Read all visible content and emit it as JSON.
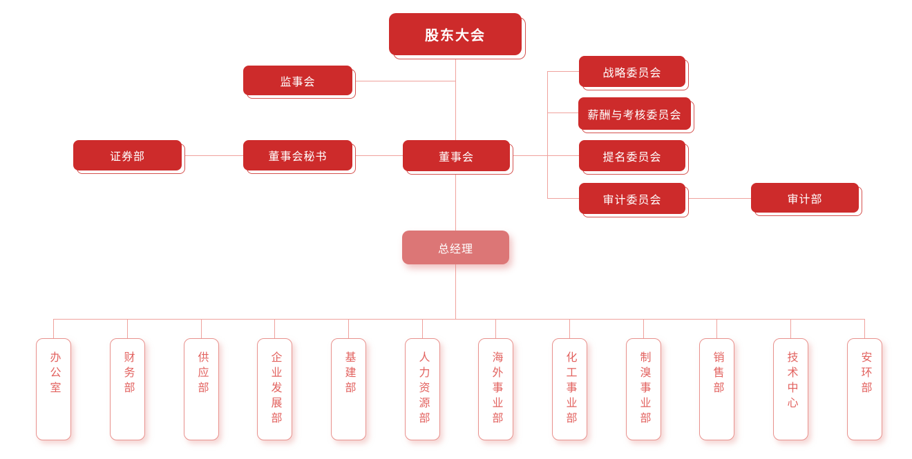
{
  "chart_title": "",
  "colors": {
    "primary_red": "#cd2b2b",
    "echo_red": "#d4504d",
    "light_red": "#dc7676",
    "line_color": "#efa19c",
    "dept_border": "#e8918d",
    "dept_text": "#e2625f",
    "background": "#ffffff"
  },
  "nodes": {
    "shareholders": {
      "label": "股东大会"
    },
    "supervisory": {
      "label": "监事会"
    },
    "securities": {
      "label": "证券部"
    },
    "board_secretary": {
      "label": "董事会秘书"
    },
    "board": {
      "label": "董事会"
    },
    "strategy_committee": {
      "label": "战略委员会"
    },
    "remuneration_committee": {
      "label": "薪酬与考核委员会"
    },
    "nomination_committee": {
      "label": "提名委员会"
    },
    "audit_committee": {
      "label": "审计委员会"
    },
    "audit_dept": {
      "label": "审计部"
    },
    "general_manager": {
      "label": "总经理"
    }
  },
  "departments": [
    {
      "label": "办公室"
    },
    {
      "label": "财务部"
    },
    {
      "label": "供应部"
    },
    {
      "label": "企业发展部"
    },
    {
      "label": "基建部"
    },
    {
      "label": "人力资源部"
    },
    {
      "label": "海外事业部"
    },
    {
      "label": "化工事业部"
    },
    {
      "label": "制溴事业部"
    },
    {
      "label": "销售部"
    },
    {
      "label": "技术中心"
    },
    {
      "label": "安环部"
    }
  ],
  "hierarchy": {
    "root": "股东大会",
    "edges": [
      [
        "股东大会",
        "董事会"
      ],
      [
        "股东大会",
        "监事会"
      ],
      [
        "董事会",
        "董事会秘书"
      ],
      [
        "董事会秘书",
        "证券部"
      ],
      [
        "董事会",
        "战略委员会"
      ],
      [
        "董事会",
        "薪酬与考核委员会"
      ],
      [
        "董事会",
        "提名委员会"
      ],
      [
        "董事会",
        "审计委员会"
      ],
      [
        "审计委员会",
        "审计部"
      ],
      [
        "董事会",
        "总经理"
      ],
      [
        "总经理",
        "办公室"
      ],
      [
        "总经理",
        "财务部"
      ],
      [
        "总经理",
        "供应部"
      ],
      [
        "总经理",
        "企业发展部"
      ],
      [
        "总经理",
        "基建部"
      ],
      [
        "总经理",
        "人力资源部"
      ],
      [
        "总经理",
        "海外事业部"
      ],
      [
        "总经理",
        "化工事业部"
      ],
      [
        "总经理",
        "制溴事业部"
      ],
      [
        "总经理",
        "销售部"
      ],
      [
        "总经理",
        "技术中心"
      ],
      [
        "总经理",
        "安环部"
      ]
    ]
  }
}
